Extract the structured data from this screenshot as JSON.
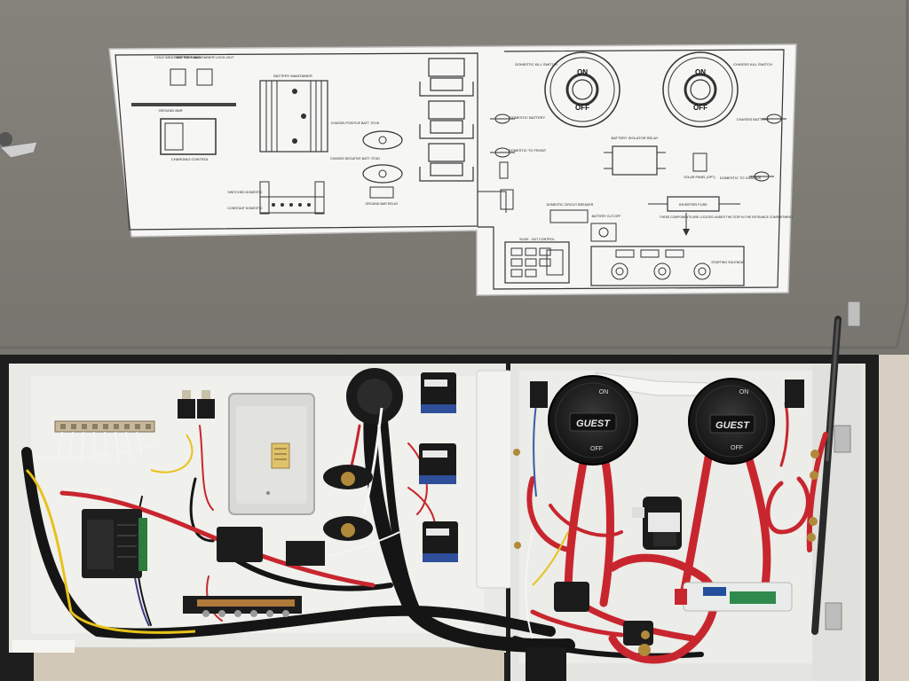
{
  "diagram": {
    "left_switch": {
      "on": "ON",
      "off": "OFF"
    },
    "right_switch": {
      "on": "ON",
      "off": "OFF"
    },
    "labels": {
      "cold_weather": "COLD WEATHER PACKAGE",
      "battery_maint_lockout": "BATTERY MAINTAINER LOCK-OUT",
      "battery_maintainer": "BATTERY MAINTAINER",
      "ground_bar": "GROUND BAR",
      "charging_control": "CHARGING CONTROL",
      "chassis_positive": "CHASSIS POSITIVE BATT. STUD",
      "chassis_negative": "CHASSIS NEGATIVE BATT. STUD",
      "ground_bar_relay": "GROUND BAR RELAY",
      "switched_domestic": "SWITCHED DOMESTIC",
      "constant_domestic": "CONSTANT DOMESTIC",
      "domestic_kill": "DOMESTIC KILL SWITCH",
      "chassis_kill": "CHASSIS KILL SWITCH",
      "domestic_battery": "DOMESTIC BATTERY",
      "chassis_battery": "CHASSIS BATTERY",
      "domestic_to_front": "DOMESTIC TO FRONT",
      "domestic_to_chassis": "DOMESTIC TO CHASSIS",
      "battery_isolator_relay": "BATTERY ISOLATOR RELAY",
      "solar_panel": "SOLAR PANEL (OPT)",
      "inverter_fuse": "INVERTER FUSE",
      "domestic_circuit_breaker": "DOMESTIC CIRCUIT BREAKER",
      "battery_cutoff": "BATTERY CUT-OFF",
      "slide_out_control": "SLIDE - OUT CONTROL",
      "starting_solenoid": "STARTING SOLENOID",
      "note": "THESE COMPONENTS ARE LOCATED UNDER THE STEP IN THE ENTRANCE COMPARTMENT"
    }
  },
  "panel": {
    "left_switch": {
      "brand": "GUEST",
      "on": "ON",
      "off": "OFF"
    },
    "right_switch": {
      "brand": "GUEST",
      "on": "ON",
      "off": "OFF"
    }
  },
  "colors": {
    "lid": "#8c8a82",
    "panel": "#e9e9e6",
    "wire_red": "#c8262e",
    "wire_black": "#1a1a1a",
    "wire_yellow": "#e8c21a"
  }
}
